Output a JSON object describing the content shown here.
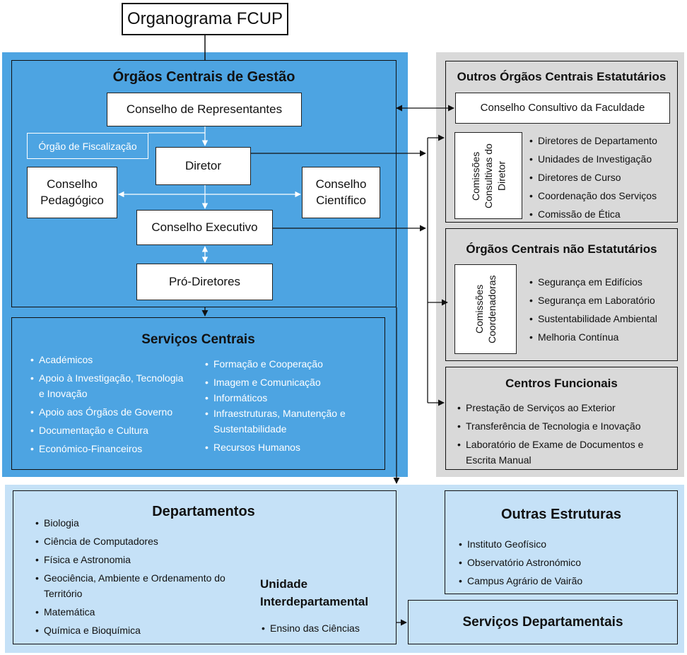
{
  "title": "Organograma FCUP",
  "central": {
    "title": "Órgãos Centrais de Gestão",
    "conselho_representantes": "Conselho de Representantes",
    "orgao_fiscalizacao": "Órgão de Fiscalização",
    "diretor": "Diretor",
    "conselho_pedagogico": "Conselho Pedagógico",
    "conselho_cientifico": "Conselho Científico",
    "conselho_executivo": "Conselho Executivo",
    "pro_diretores": "Pró-Diretores"
  },
  "servicos_centrais": {
    "title": "Serviços Centrais",
    "left": [
      "Académicos",
      "Apoio à Investigação, Tecnologia e Inovação",
      "Apoio aos Órgãos de Governo",
      "Documentação e Cultura",
      "Económico-Financeiros"
    ],
    "right": [
      "Formação e Cooperação",
      "Imagem e Comunicação",
      "Informáticos",
      "Infraestruturas, Manutenção e Sustentabilidade",
      "Recursos Humanos"
    ]
  },
  "outros_estatutarios": {
    "title": "Outros Órgãos Centrais Estatutários",
    "conselho_consultivo": "Conselho Consultivo da Faculdade",
    "comissoes_label": "Comissões Consultivas do Diretor",
    "items": [
      "Diretores de Departamento",
      "Unidades de Investigação",
      "Diretores de Curso",
      "Coordenação dos Serviços",
      "Comissão de Ética"
    ]
  },
  "nao_estatutarios": {
    "title": "Órgãos Centrais não Estatutários",
    "comissoes_label": "Comissões Coordenadoras",
    "items": [
      "Segurança em Edifícios",
      "Segurança em Laboratório",
      "Sustentabilidade Ambiental",
      "Melhoria Contínua"
    ]
  },
  "centros_funcionais": {
    "title": "Centros Funcionais",
    "items": [
      "Prestação de Serviços ao Exterior",
      "Transferência de Tecnologia e Inovação",
      "Laboratório de Exame de Documentos e Escrita Manual"
    ]
  },
  "departamentos": {
    "title": "Departamentos",
    "items": [
      "Biologia",
      "Ciência de Computadores",
      "Física e Astronomia",
      "Geociência, Ambiente e Ordenamento do Território",
      "Matemática",
      "Química e Bioquímica"
    ]
  },
  "unidade": {
    "title": "Unidade Interdepartamental",
    "items": [
      "Ensino das Ciências"
    ]
  },
  "outras_estruturas": {
    "title": "Outras Estruturas",
    "items": [
      "Instituto Geofísico",
      "Observatório Astronómico",
      "Campus Agrário de Vairão"
    ]
  },
  "servicos_departamentais": "Serviços Departamentais"
}
